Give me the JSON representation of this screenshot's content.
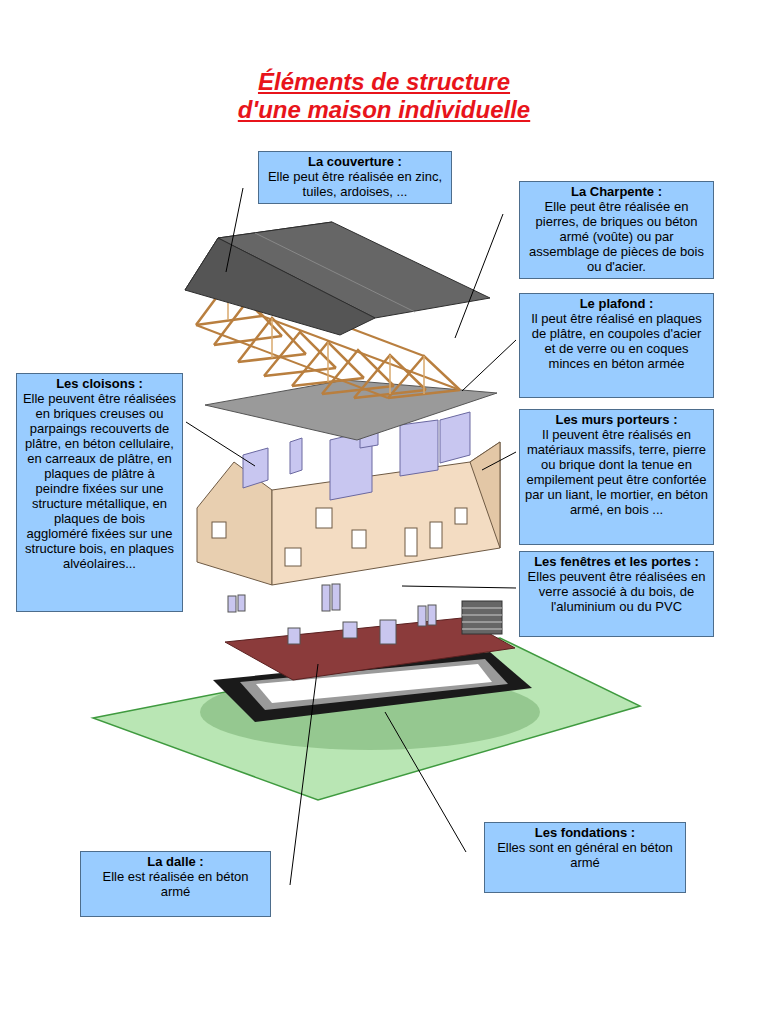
{
  "diagram": {
    "title": "Éléments de structure d'une maison individuelle",
    "nodes": [
      {
        "text": [
          "La couverture :",
          "Elle peut être réalisée en zinc, tuiles, ardoises, ..."
        ]
      },
      {
        "text": [
          "La Charpente :",
          "Elle peut être réalisée en pierres, de briques ou béton armé (voûte) ou par assemblage de pièces de bois ou d'acier."
        ]
      },
      {
        "text": [
          "Le plafond :",
          "Il peut être réalisé en plaques de plâtre, en coupoles d'acier et de verre ou en coques minces en béton armée"
        ]
      },
      {
        "text": [
          "Les cloisons :",
          "Elle peuvent être réalisées en briques creuses ou parpaings recouverts de plâtre, en béton cellulaire, en carreaux de plâtre, en plaques de plâtre à peindre fixées sur une structure métallique, en plaques de bois aggloméré fixées sur une structure bois, en plaques alvéolaires..."
        ]
      },
      {
        "text": [
          "Les murs porteurs :",
          "Il peuvent être réalisés en matériaux massifs, terre, pierre ou brique dont la tenue en empilement peut être confortée par un liant, le mortier, en béton armé, en bois ..."
        ]
      },
      {
        "text": [
          "Les fenêtres et les portes :",
          "Elles peuvent être réalisées en verre associé à du bois, de l'aluminium ou du PVC"
        ]
      },
      {
        "text": [
          "Les fondations :",
          "Elles sont en général en béton armé"
        ]
      },
      {
        "text": [
          "La dalle :",
          "Elle est réalisée en béton armé"
        ]
      }
    ]
  }
}
